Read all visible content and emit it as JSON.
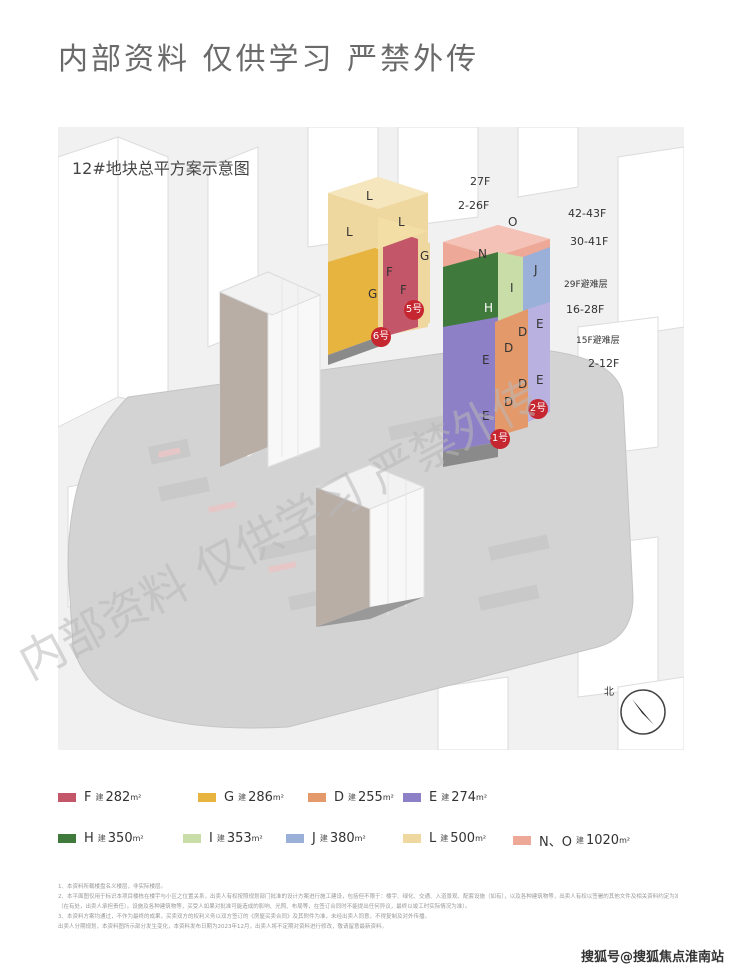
{
  "header": {
    "title": "内部资料 仅供学习 严禁外传"
  },
  "plan": {
    "title": "12#地块总平方案示意图",
    "floor_tags_left": [
      "27F",
      "2-26F"
    ],
    "floor_tags_right": [
      "42-43F",
      "30-41F",
      "29F避难层",
      "16-28F",
      "15F避难层",
      "2-12F"
    ],
    "building_badges": [
      "6号",
      "5号",
      "2号",
      "1号"
    ],
    "unit_letters": {
      "F": "F",
      "G": "G",
      "L": "L",
      "N": "N",
      "O": "O",
      "J": "J",
      "I": "I",
      "H": "H",
      "D": "D",
      "E": "E"
    },
    "compass_label": "北"
  },
  "legend": [
    {
      "letter": "F",
      "prefix": "建",
      "area": "282",
      "unit": "m²",
      "color": "#c4566a"
    },
    {
      "letter": "G",
      "prefix": "建",
      "area": "286",
      "unit": "m²",
      "color": "#e6b43f"
    },
    {
      "letter": "D",
      "prefix": "建",
      "area": "255",
      "unit": "m²",
      "color": "#e4996a"
    },
    {
      "letter": "E",
      "prefix": "建",
      "area": "274",
      "unit": "m²",
      "color": "#8e80c6"
    },
    {
      "letter": "H",
      "prefix": "建",
      "area": "350",
      "unit": "m²",
      "color": "#3f7a3c"
    },
    {
      "letter": "I",
      "prefix": "建",
      "area": "353",
      "unit": "m²",
      "color": "#c9dda8"
    },
    {
      "letter": "J",
      "prefix": "建",
      "area": "380",
      "unit": "m²",
      "color": "#9bb0d8"
    },
    {
      "letter": "L",
      "prefix": "建",
      "area": "500",
      "unit": "m²",
      "color": "#efd7a0"
    },
    {
      "letter": "N、O",
      "prefix": "建",
      "area": "1020",
      "unit": "m²",
      "color": "#eea898"
    }
  ],
  "notes": [
    "1、本资料所载楼盘名义楼层，非实际楼层。",
    "2、本平面图仅用于标识本项目楼栋在楼宇与小区之位置关系，出卖人有权按照规划部门批准的设计方案进行施工建设，包括但不限于：楼宇、绿化、交通、入道景观、配套设施（如有），以及各种建筑物等，出卖人有权以签署的其他文件及相关资料约定为准。",
    "（在有处，出卖人承担责任）。设施及各种建筑物等，买受人如果对批准可能造成的影响、光照、布局等，在签订合同时不能提出任何异议，最终以竣工时实际情况为准）。",
    "3、本资料方案均通过，不作为最终的成果，买卖双方的权利义务以双方签订的《房屋买卖合同》及其附件为准，未经出卖人同意，不得复制及对外传播。",
    "出卖人分期规划，本资料图所示部分发生变化，本资料发布日期为2023年12月，出卖人将不定期对资料进行修改，敬请留意最新资料。"
  ],
  "source": "搜狐号@搜狐焦点淮南站",
  "watermark": "内部资料 仅供学习 严禁外传",
  "colors": {
    "F": "#c4566a",
    "G": "#e6b43f",
    "D": "#e4996a",
    "E": "#8e80c6",
    "H": "#3f7a3c",
    "I": "#c9dda8",
    "J": "#9bb0d8",
    "L": "#efd7a0",
    "NO": "#eea898",
    "badge": "#c6262f"
  }
}
